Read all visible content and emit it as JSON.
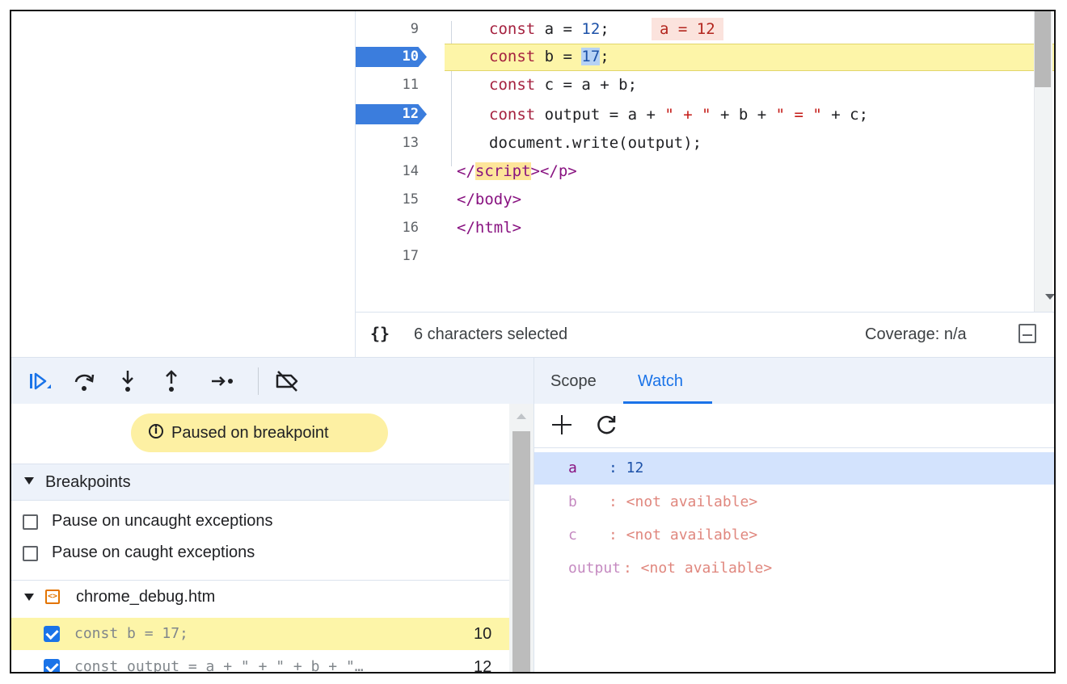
{
  "editor": {
    "lines": [
      {
        "num": "9"
      },
      {
        "num": "10"
      },
      {
        "num": "11"
      },
      {
        "num": "12"
      },
      {
        "num": "13"
      },
      {
        "num": "14"
      },
      {
        "num": "15"
      },
      {
        "num": "16"
      },
      {
        "num": "17"
      }
    ],
    "breakpoint_lines": [
      "10",
      "12"
    ],
    "code": {
      "l9_kw": "const",
      "l9_rest": " a = ",
      "l9_num": "12",
      "l9_end": ";",
      "l9_inline": "a = 12",
      "l10_kw": "const",
      "l10_rest": " b = ",
      "l10_num": "17",
      "l10_end": ";",
      "l11_kw": "const",
      "l11_rest": " c = a + b;",
      "l12_kw": "const",
      "l12_a": " output = a + ",
      "l12_s1": "\" + \"",
      "l12_b": " + b + ",
      "l12_s2": "\" = \"",
      "l12_c": " + c;",
      "l13": "document.write(output);",
      "l14_a": "</",
      "l14_tag": "script",
      "l14_b": "></p>",
      "l15": "</body>",
      "l16": "</html>"
    }
  },
  "status_bar": {
    "braces": "{}",
    "selection": "6 characters selected",
    "coverage": "Coverage: n/a"
  },
  "debug_toolbar": {
    "icons": [
      "resume-icon",
      "step-over-icon",
      "step-into-icon",
      "step-out-icon",
      "step-icon",
      "deactivate-breakpoints-icon"
    ]
  },
  "tabs": {
    "scope": "Scope",
    "watch": "Watch",
    "active": "Watch"
  },
  "paused": {
    "info": "i",
    "text": "Paused on breakpoint"
  },
  "breakpoints": {
    "header": "Breakpoints",
    "options": [
      {
        "label": "Pause on uncaught exceptions",
        "checked": false
      },
      {
        "label": "Pause on caught exceptions",
        "checked": false
      }
    ],
    "file": "chrome_debug.htm",
    "file_icon": "<>",
    "items": [
      {
        "code": "const b = 17;",
        "line": "10",
        "checked": true,
        "highlighted": true
      },
      {
        "code": "const output = a + \" + \" + b + \"…",
        "line": "12",
        "checked": true,
        "highlighted": false
      }
    ]
  },
  "watch": {
    "items": [
      {
        "name": "a     ",
        "value": ": 12",
        "available": true
      },
      {
        "name": "b     ",
        "value": ": <not available>",
        "available": false
      },
      {
        "name": "c     ",
        "value": ": <not available>",
        "available": false
      },
      {
        "name": "output",
        "value": ": <not available>",
        "available": false
      }
    ]
  },
  "colors": {
    "accent": "#1a73e8",
    "breakpoint": "#3b7ddd",
    "paused_line": "#fdf5a8"
  }
}
